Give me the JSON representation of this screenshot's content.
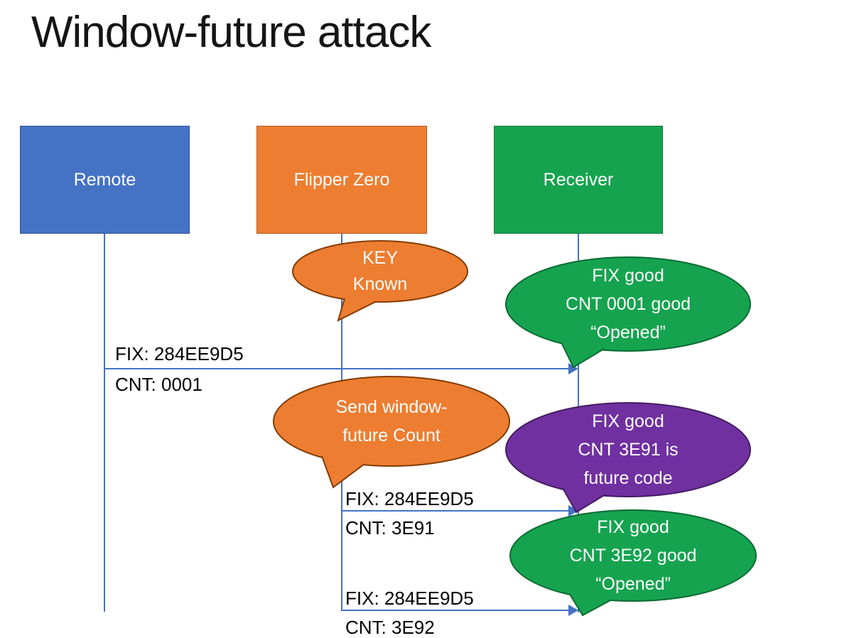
{
  "title": "Window-future attack",
  "connector_color": "#4472C4",
  "actors": [
    {
      "name": "remote",
      "label": "Remote",
      "fill": "#4472C4"
    },
    {
      "name": "flipper-zero",
      "label": "Flipper Zero",
      "fill": "#ED7D31"
    },
    {
      "name": "receiver",
      "label": "Receiver",
      "fill": "#16A34F"
    }
  ],
  "callouts": [
    {
      "name": "key-known",
      "fill": "#ED7D31",
      "border": "#833C00",
      "lines": [
        "KEY",
        "Known"
      ]
    },
    {
      "name": "fix-cnt-0001-good",
      "fill": "#16A34F",
      "border": "#0B6B33",
      "lines": [
        "FIX good",
        "CNT 0001 good",
        "“Opened”"
      ]
    },
    {
      "name": "send-window-future-count",
      "fill": "#ED7D31",
      "border": "#833C00",
      "lines": [
        "Send window-",
        "future Count"
      ]
    },
    {
      "name": "fix-cnt-3e91-future-code",
      "fill": "#7030A0",
      "border": "#451C62",
      "lines": [
        "FIX good",
        "CNT 3E91 is",
        "future code"
      ]
    },
    {
      "name": "fix-cnt-3e92-good",
      "fill": "#16A34F",
      "border": "#0B6B33",
      "lines": [
        "FIX good",
        "CNT 3E92 good",
        "“Opened”"
      ]
    }
  ],
  "messages": [
    {
      "from": "Remote",
      "to": "Receiver",
      "lines": [
        "FIX: 284EE9D5",
        "CNT: 0001"
      ]
    },
    {
      "from": "Flipper Zero",
      "to": "Receiver",
      "lines": [
        "FIX: 284EE9D5",
        "CNT: 3E91"
      ]
    },
    {
      "from": "Flipper Zero",
      "to": "Receiver",
      "lines": [
        "FIX: 284EE9D5",
        "CNT: 3E92"
      ]
    }
  ]
}
